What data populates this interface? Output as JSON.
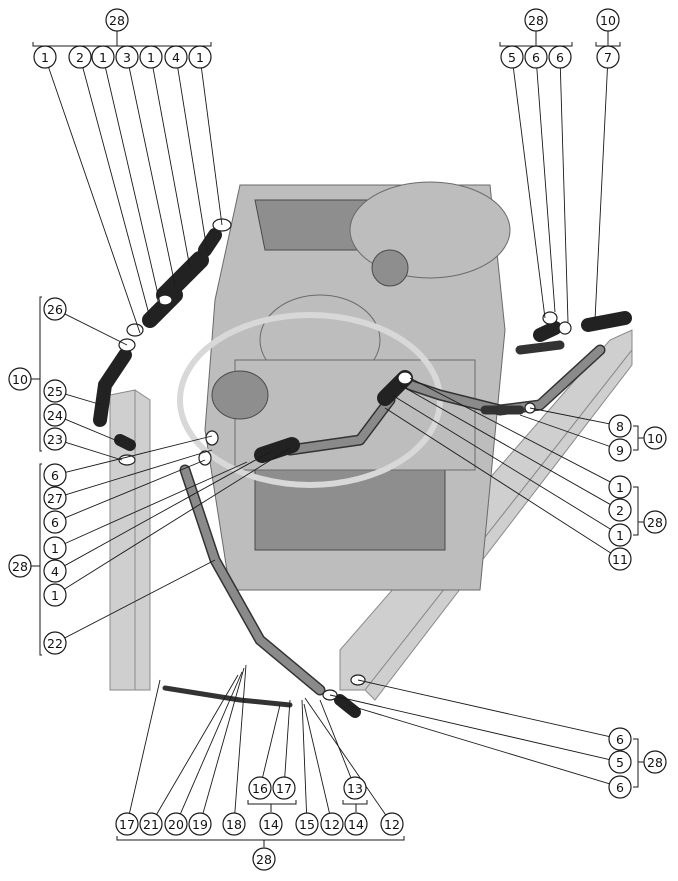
{
  "colors": {
    "line": "#1a1a1a",
    "background": "#ffffff",
    "engine_fill": "#bdbdbd",
    "hose": "#222222"
  },
  "callouts": [
    {
      "id": "c28-top-left",
      "label": "28"
    },
    {
      "id": "c1-a",
      "label": "1"
    },
    {
      "id": "c2-a",
      "label": "2"
    },
    {
      "id": "c1-b",
      "label": "1"
    },
    {
      "id": "c3-a",
      "label": "3"
    },
    {
      "id": "c1-c",
      "label": "1"
    },
    {
      "id": "c4-a",
      "label": "4"
    },
    {
      "id": "c1-d",
      "label": "1"
    },
    {
      "id": "c28-top-right",
      "label": "28"
    },
    {
      "id": "c5-a",
      "label": "5"
    },
    {
      "id": "c6-a",
      "label": "6"
    },
    {
      "id": "c6-b",
      "label": "6"
    },
    {
      "id": "c10-top",
      "label": "10"
    },
    {
      "id": "c7-a",
      "label": "7"
    },
    {
      "id": "c10-left",
      "label": "10"
    },
    {
      "id": "c26-a",
      "label": "26"
    },
    {
      "id": "c25-a",
      "label": "25"
    },
    {
      "id": "c24-a",
      "label": "24"
    },
    {
      "id": "c23-a",
      "label": "23"
    },
    {
      "id": "c28-left",
      "label": "28"
    },
    {
      "id": "c6-c",
      "label": "6"
    },
    {
      "id": "c27-a",
      "label": "27"
    },
    {
      "id": "c6-d",
      "label": "6"
    },
    {
      "id": "c1-e",
      "label": "1"
    },
    {
      "id": "c4-b",
      "label": "4"
    },
    {
      "id": "c1-f",
      "label": "1"
    },
    {
      "id": "c22-a",
      "label": "22"
    },
    {
      "id": "c8-a",
      "label": "8"
    },
    {
      "id": "c10-right",
      "label": "10"
    },
    {
      "id": "c9-a",
      "label": "9"
    },
    {
      "id": "c1-g",
      "label": "1"
    },
    {
      "id": "c2-b",
      "label": "2"
    },
    {
      "id": "c28-right-mid",
      "label": "28"
    },
    {
      "id": "c1-h",
      "label": "1"
    },
    {
      "id": "c11-a",
      "label": "11"
    },
    {
      "id": "c6-e",
      "label": "6"
    },
    {
      "id": "c5-b",
      "label": "5"
    },
    {
      "id": "c28-right-bottom",
      "label": "28"
    },
    {
      "id": "c6-f",
      "label": "6"
    },
    {
      "id": "c16-a",
      "label": "16"
    },
    {
      "id": "c17-b",
      "label": "17"
    },
    {
      "id": "c13-a",
      "label": "13"
    },
    {
      "id": "c17-a",
      "label": "17"
    },
    {
      "id": "c21-a",
      "label": "21"
    },
    {
      "id": "c20-a",
      "label": "20"
    },
    {
      "id": "c19-a",
      "label": "19"
    },
    {
      "id": "c18-a",
      "label": "18"
    },
    {
      "id": "c14-a",
      "label": "14"
    },
    {
      "id": "c15-a",
      "label": "15"
    },
    {
      "id": "c12-a",
      "label": "12"
    },
    {
      "id": "c14-b",
      "label": "14"
    },
    {
      "id": "c12-b",
      "label": "12"
    },
    {
      "id": "c28-bottom",
      "label": "28"
    }
  ]
}
